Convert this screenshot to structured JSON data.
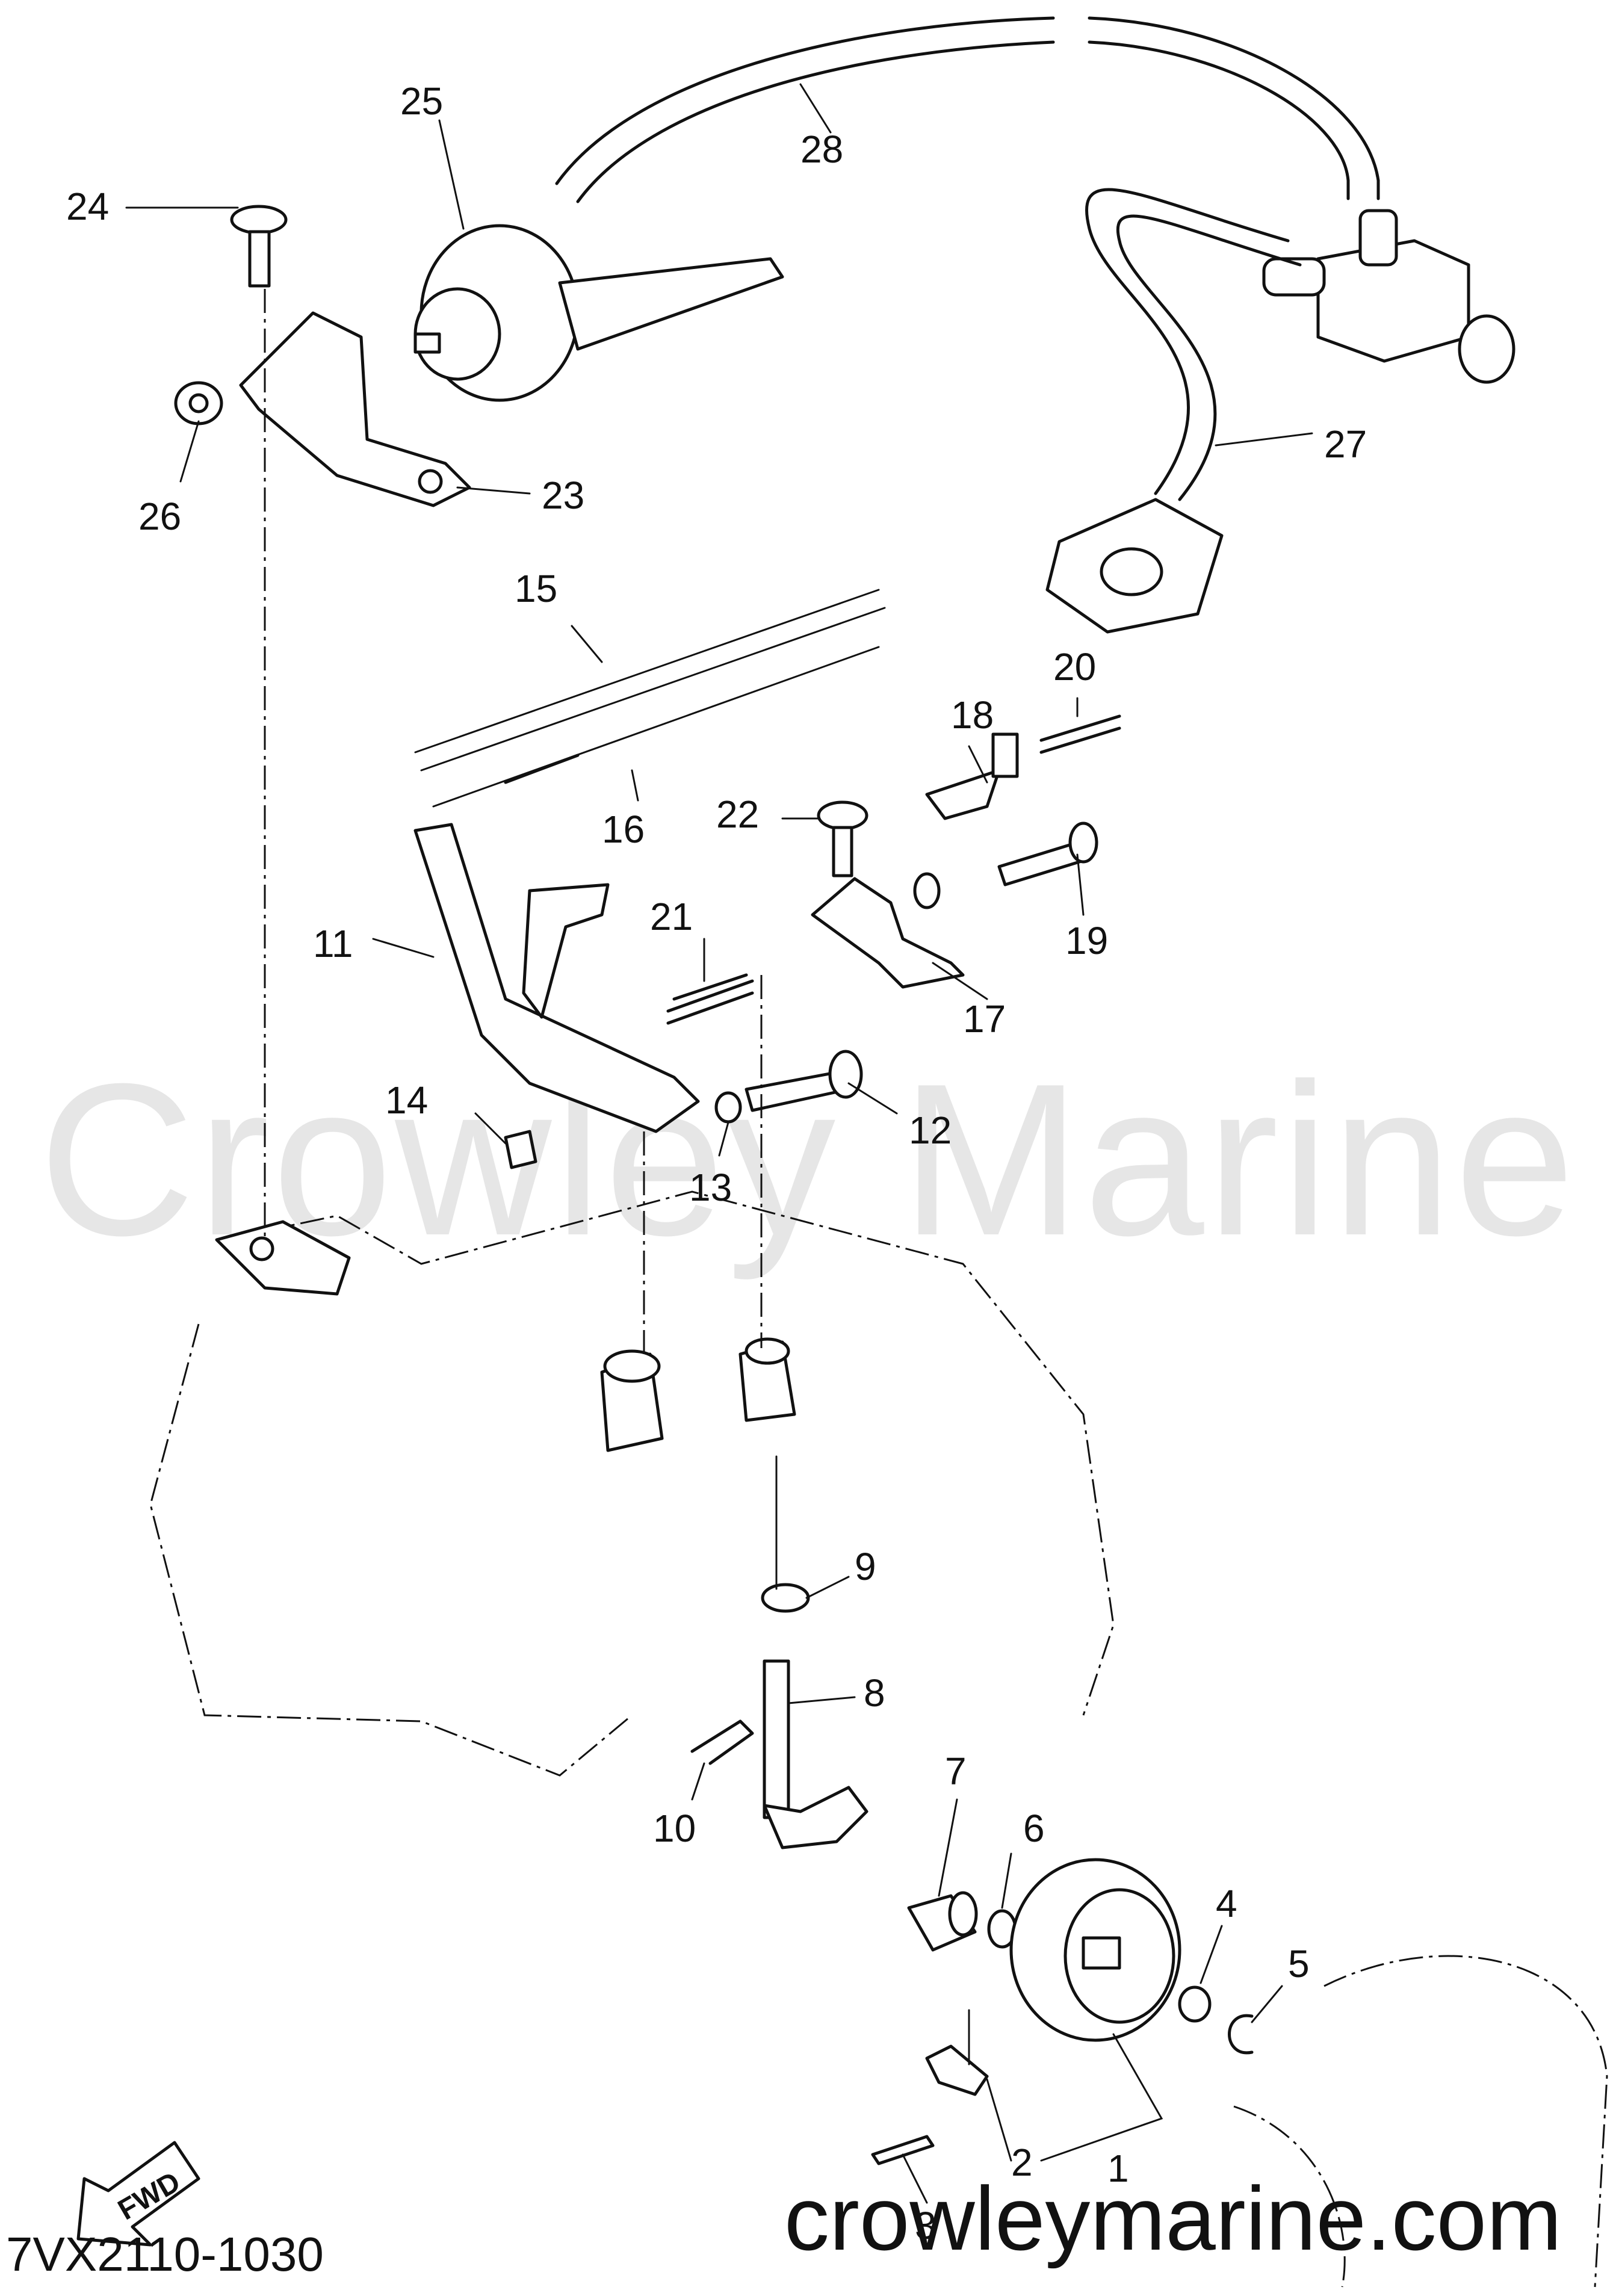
{
  "watermark": "Crowley Marine",
  "site_url": "crowleymarine.com",
  "diagram_code": "7VX2110-1030",
  "fwd_label": "FWD",
  "callouts": [
    {
      "id": "1",
      "label": "1"
    },
    {
      "id": "2",
      "label": "2"
    },
    {
      "id": "3",
      "label": "3"
    },
    {
      "id": "4",
      "label": "4"
    },
    {
      "id": "5",
      "label": "5"
    },
    {
      "id": "6",
      "label": "6"
    },
    {
      "id": "7",
      "label": "7"
    },
    {
      "id": "8",
      "label": "8"
    },
    {
      "id": "9",
      "label": "9"
    },
    {
      "id": "10",
      "label": "10"
    },
    {
      "id": "11",
      "label": "11"
    },
    {
      "id": "12",
      "label": "12"
    },
    {
      "id": "13",
      "label": "13"
    },
    {
      "id": "14",
      "label": "14"
    },
    {
      "id": "15",
      "label": "15"
    },
    {
      "id": "16",
      "label": "16"
    },
    {
      "id": "17",
      "label": "17"
    },
    {
      "id": "18",
      "label": "18"
    },
    {
      "id": "19",
      "label": "19"
    },
    {
      "id": "20",
      "label": "20"
    },
    {
      "id": "21",
      "label": "21"
    },
    {
      "id": "22",
      "label": "22"
    },
    {
      "id": "23",
      "label": "23"
    },
    {
      "id": "24",
      "label": "24"
    },
    {
      "id": "25",
      "label": "25"
    },
    {
      "id": "26",
      "label": "26"
    },
    {
      "id": "27",
      "label": "27"
    },
    {
      "id": "28",
      "label": "28"
    }
  ]
}
